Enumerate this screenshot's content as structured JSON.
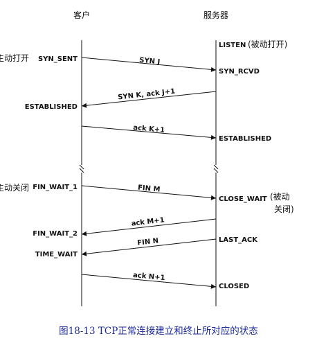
{
  "headers": {
    "client": "客户",
    "server": "服务器"
  },
  "left_labels": {
    "active_open": "主动打开",
    "active_close": "主动关闭"
  },
  "right_labels": {
    "passive_open": "(被动打开)",
    "passive_close_1": "(被动",
    "passive_close_2": "关闭)"
  },
  "client_states": {
    "syn_sent": "SYN_SENT",
    "established": "ESTABLISHED",
    "fin_wait_1": "FIN_WAIT_1",
    "fin_wait_2": "FIN_WAIT_2",
    "time_wait": "TIME_WAIT"
  },
  "server_states": {
    "listen": "LISTEN",
    "syn_rcvd": "SYN_RCVD",
    "established": "ESTABLISHED",
    "close_wait": "CLOSE_WAIT",
    "last_ack": "LAST_ACK",
    "closed": "CLOSED"
  },
  "messages": {
    "syn_j": "SYN J",
    "syn_k_ack": "SYN K, ack J+1",
    "ack_k": "ack K+1",
    "fin_m": "FIN M",
    "ack_m": "ack M+1",
    "fin_n": "FIN N",
    "ack_n": "ack N+1"
  },
  "caption": "图18-13   TCP正常连接建立和终止所对应的状态"
}
